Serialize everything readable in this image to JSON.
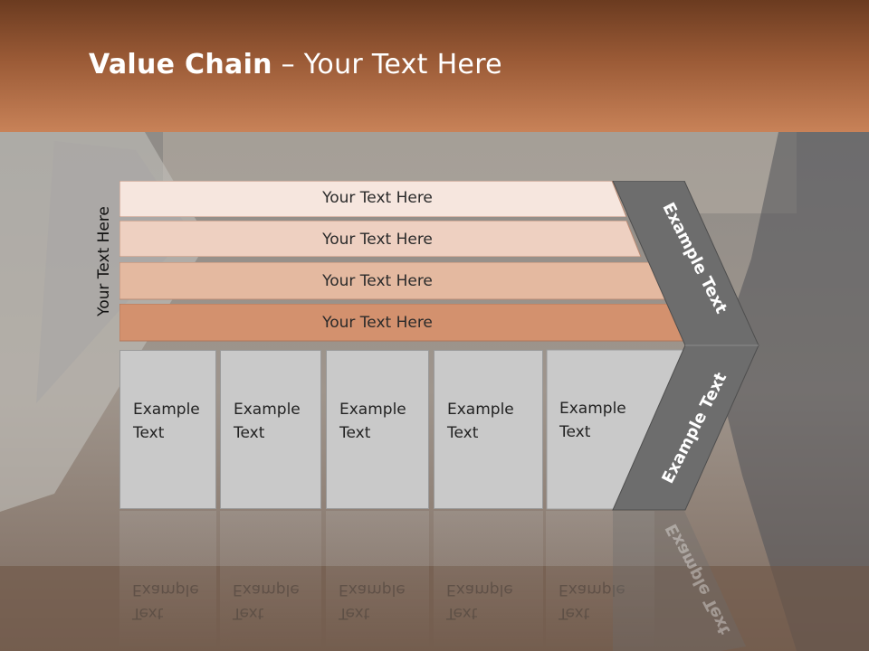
{
  "slide": {
    "title_bold": "Value Chain",
    "title_rest": " – Your Text Here",
    "side_label": "Your Text Here",
    "rows": [
      {
        "label": "Your Text Here",
        "color": "#f6e6de"
      },
      {
        "label": "Your Text Here",
        "color": "#eed0c1"
      },
      {
        "label": "Your Text Here",
        "color": "#e4b9a0"
      },
      {
        "label": "Your Text Here",
        "color": "#d3916e"
      }
    ],
    "boxes": [
      {
        "line1": "Example",
        "line2": "Text"
      },
      {
        "line1": "Example",
        "line2": "Text"
      },
      {
        "line1": "Example",
        "line2": "Text"
      },
      {
        "line1": "Example",
        "line2": "Text"
      },
      {
        "line1": "Example",
        "line2": "Text"
      }
    ],
    "chevron_top": "Example Text",
    "chevron_bottom": "Example Text",
    "colors": {
      "header": "#9a5a36",
      "chevron": "#6d6d6d",
      "box": "#c9c9c9"
    }
  }
}
